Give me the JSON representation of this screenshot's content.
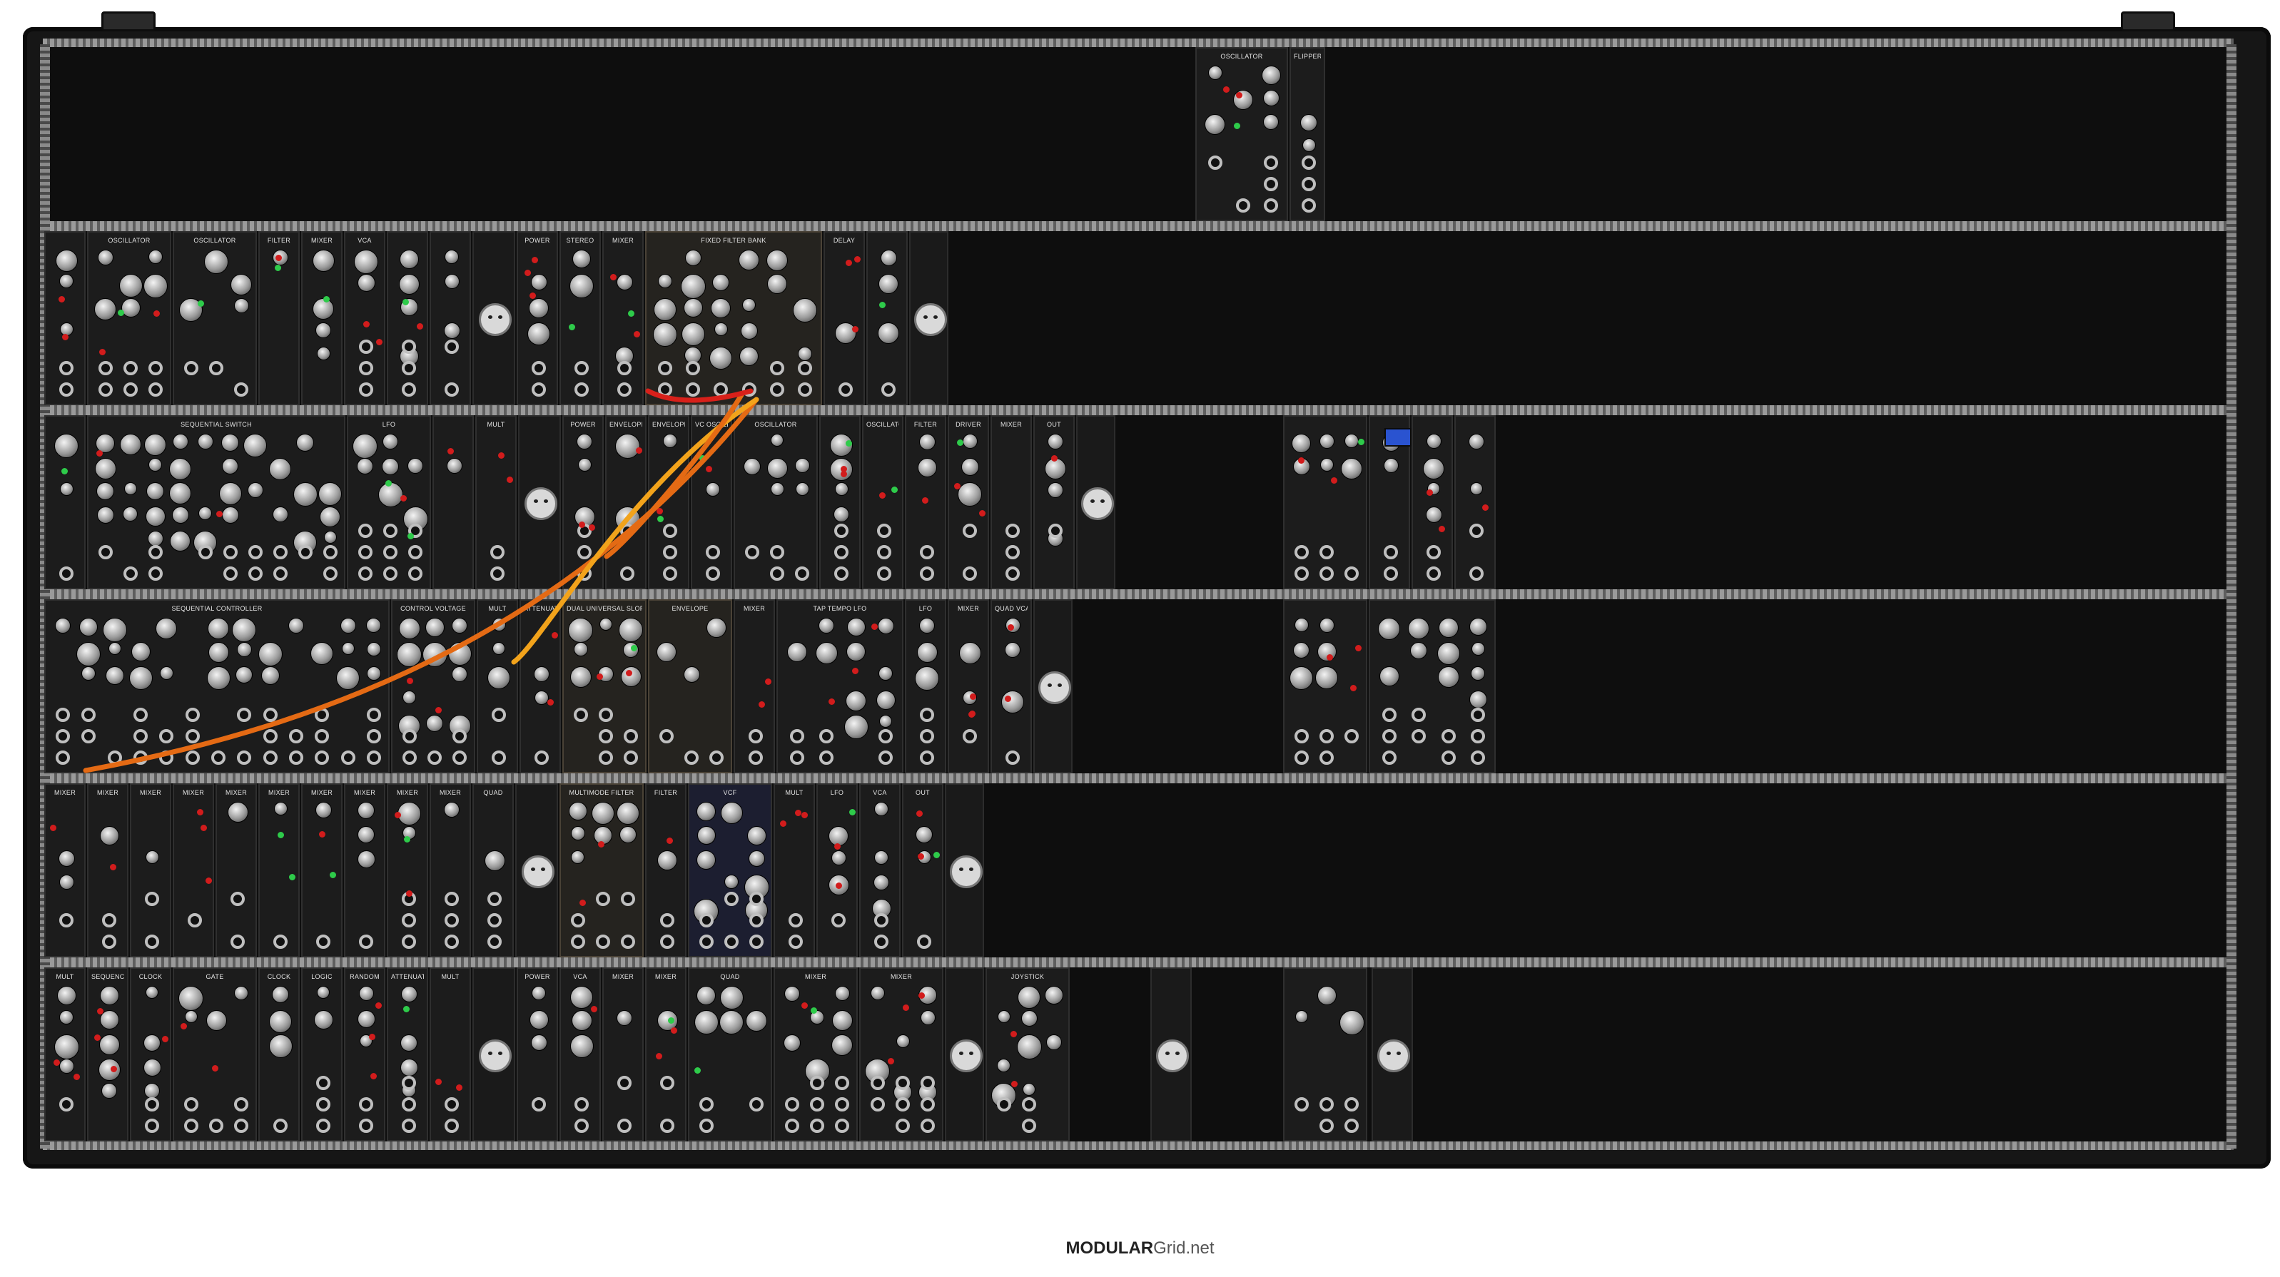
{
  "footer": {
    "brand": "MODULAR",
    "domain": "Grid.net"
  },
  "colors": {
    "case": "#161616",
    "rail": "#9a9a9a",
    "cable_orange": "#e46a14",
    "cable_amber": "#f2a31b",
    "cable_red": "#d8201a"
  },
  "rack": {
    "rows": 6,
    "label_style": "eurorack"
  },
  "modules": {
    "row0": [
      {
        "label": "OSCILLATOR"
      },
      {
        "label": "FLIPPER"
      }
    ],
    "row1": [
      {
        "label": ""
      },
      {
        "label": "OSCILLATOR"
      },
      {
        "label": "OSCILLATOR"
      },
      {
        "label": "FILTER"
      },
      {
        "label": "MIXER"
      },
      {
        "label": "VCA"
      },
      {
        "label": ""
      },
      {
        "label": ""
      },
      {
        "label": "POWER"
      },
      {
        "label": "STEREO"
      },
      {
        "label": "MIXER"
      },
      {
        "label": "FIXED FILTER BANK"
      },
      {
        "label": "DELAY"
      },
      {
        "label": ""
      }
    ],
    "row2": [
      {
        "label": ""
      },
      {
        "label": "SEQUENTIAL SWITCH"
      },
      {
        "label": "LFO"
      },
      {
        "label": ""
      },
      {
        "label": "MULT"
      },
      {
        "label": "POWER"
      },
      {
        "label": "ENVELOPE"
      },
      {
        "label": "ENVELOPE"
      },
      {
        "label": "VC OSCILLATOR"
      },
      {
        "label": "OSCILLATOR"
      },
      {
        "label": ""
      },
      {
        "label": "OSCILLATOR"
      },
      {
        "label": "FILTER"
      },
      {
        "label": "DRIVER"
      },
      {
        "label": "MIXER"
      },
      {
        "label": "OUT"
      }
    ],
    "row3": [
      {
        "label": "SEQUENTIAL CONTROLLER"
      },
      {
        "label": "CONTROL VOLTAGE"
      },
      {
        "label": "MULT"
      },
      {
        "label": "ATTENUATOR"
      },
      {
        "label": "DUAL UNIVERSAL SLOPE GENERATOR"
      },
      {
        "label": "ENVELOPE"
      },
      {
        "label": "MIXER"
      },
      {
        "label": "TAP TEMPO LFO"
      },
      {
        "label": "LFO"
      },
      {
        "label": "MIXER"
      },
      {
        "label": "QUAD VCA"
      }
    ],
    "row4": [
      {
        "label": "MIXER"
      },
      {
        "label": "MIXER"
      },
      {
        "label": "MIXER"
      },
      {
        "label": "MIXER"
      },
      {
        "label": "MIXER"
      },
      {
        "label": "MIXER"
      },
      {
        "label": "MIXER"
      },
      {
        "label": "MIXER"
      },
      {
        "label": "MIXER"
      },
      {
        "label": "MIXER"
      },
      {
        "label": "QUAD"
      },
      {
        "label": "MULTIMODE FILTER"
      },
      {
        "label": "FILTER"
      },
      {
        "label": "VCF"
      },
      {
        "label": "MULT"
      },
      {
        "label": "LFO"
      },
      {
        "label": "VCA"
      },
      {
        "label": "OUT"
      }
    ],
    "row5": [
      {
        "label": "MULT"
      },
      {
        "label": "SEQUENCER"
      },
      {
        "label": "CLOCK"
      },
      {
        "label": "GATE"
      },
      {
        "label": "CLOCK"
      },
      {
        "label": "LOGIC"
      },
      {
        "label": "RANDOM"
      },
      {
        "label": "ATTENUATOR"
      },
      {
        "label": "MULT"
      },
      {
        "label": "POWER"
      },
      {
        "label": "VCA"
      },
      {
        "label": "MIXER"
      },
      {
        "label": "MIXER"
      },
      {
        "label": "QUAD"
      },
      {
        "label": "MIXER"
      },
      {
        "label": "MIXER"
      },
      {
        "label": "JOYSTICK"
      }
    ]
  }
}
